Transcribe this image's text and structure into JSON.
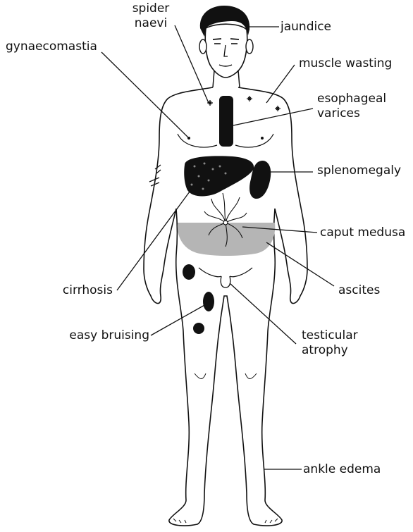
{
  "labels": {
    "spider_naevi": [
      "spider",
      "naevi"
    ],
    "jaundice": "jaundice",
    "gynaecomastia": "gynaecomastia",
    "muscle_wasting": "muscle wasting",
    "esophageal_varices": [
      "esophageal",
      "varices"
    ],
    "splenomegaly": "splenomegaly",
    "caput_medusa": "caput medusa",
    "cirrhosis": "cirrhosis",
    "ascites": "ascites",
    "easy_bruising": "easy bruising",
    "testicular_atrophy": [
      "testicular",
      "atrophy"
    ],
    "ankle_edema": "ankle edema"
  },
  "colors": {
    "ink": "#111111",
    "ascites_fill": "#b5b5b5",
    "organ_fill": "#111111",
    "skin": "#ffffff"
  }
}
